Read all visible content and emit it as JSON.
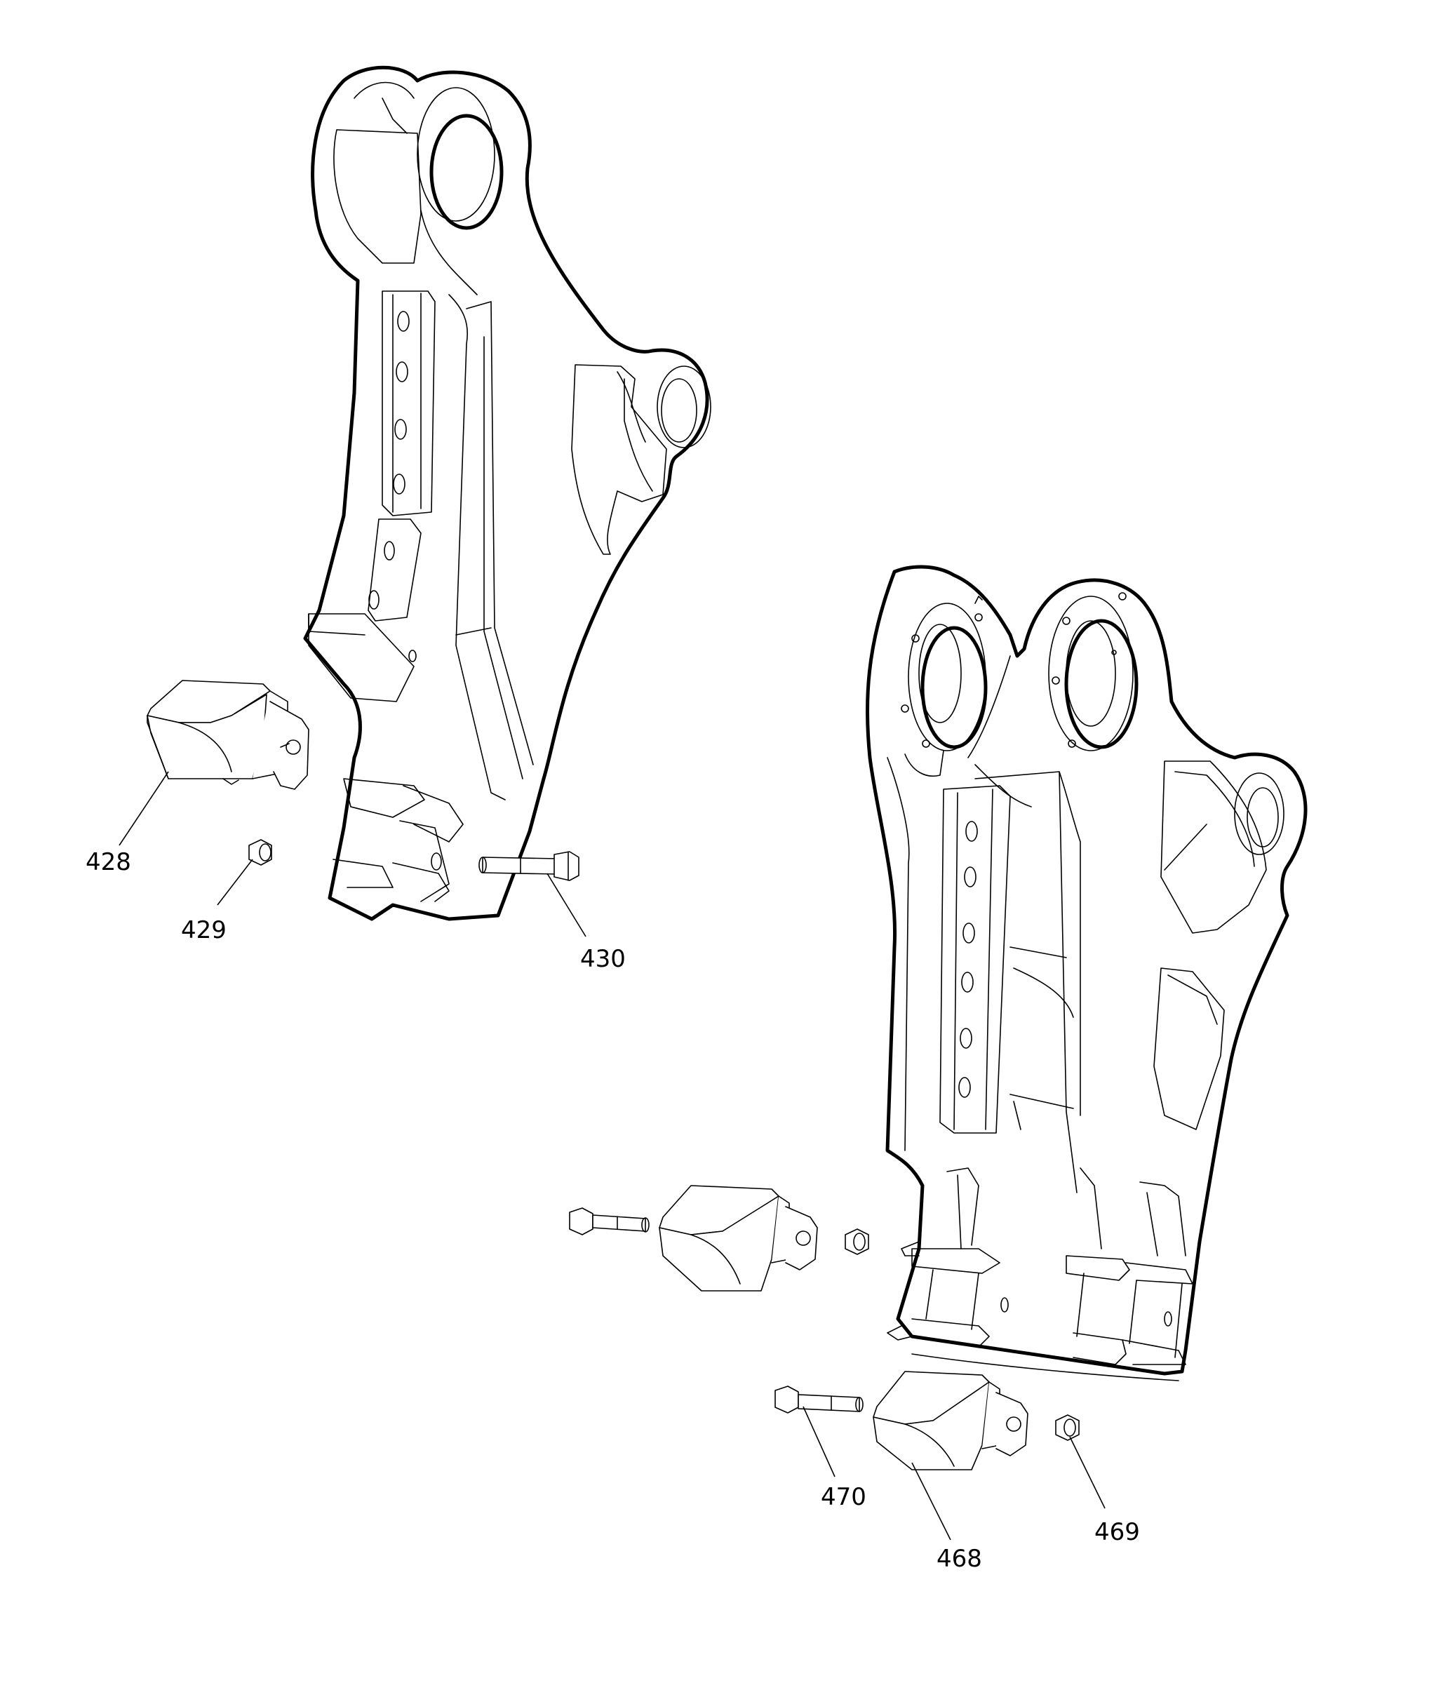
{
  "callouts": [
    {
      "id": "c428",
      "text": "428"
    },
    {
      "id": "c429",
      "text": "429"
    },
    {
      "id": "c430",
      "text": "430"
    },
    {
      "id": "c468",
      "text": "468"
    },
    {
      "id": "c469",
      "text": "469"
    },
    {
      "id": "c470",
      "text": "470"
    }
  ]
}
